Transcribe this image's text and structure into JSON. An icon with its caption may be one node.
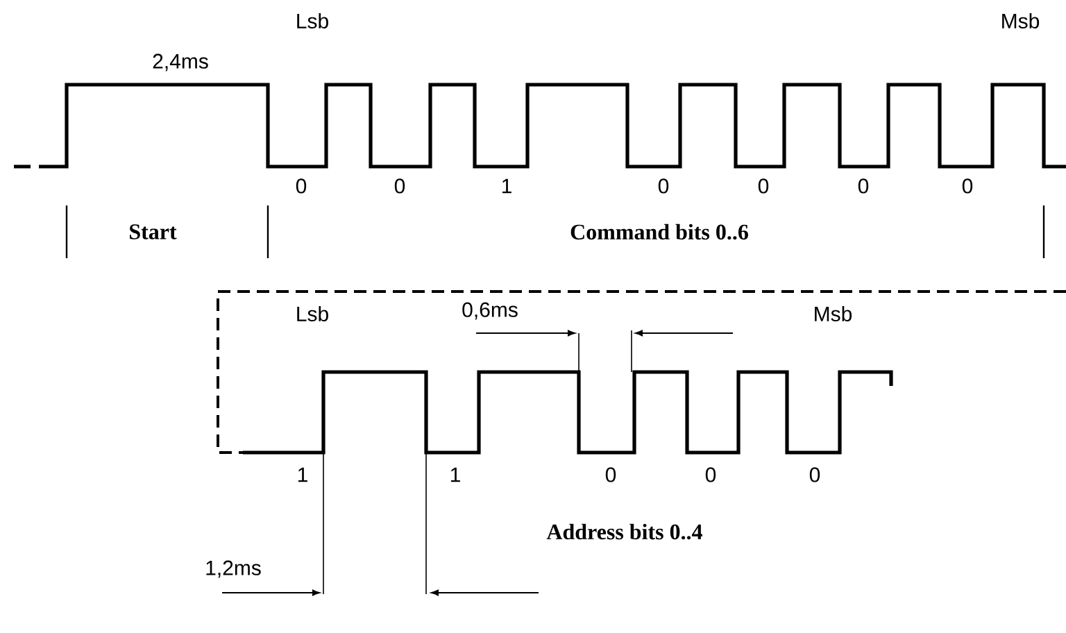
{
  "diagram": {
    "labels": [
      "Lsb",
      "Msb",
      "2,4ms",
      "0",
      "0",
      "1",
      "0",
      "0",
      "0",
      "0",
      "Start",
      "Command bits 0..6",
      "Lsb",
      "0,6ms",
      "Msb",
      "1",
      "1",
      "0",
      "0",
      "0",
      "Address bits 0..4",
      "1,2ms"
    ]
  }
}
